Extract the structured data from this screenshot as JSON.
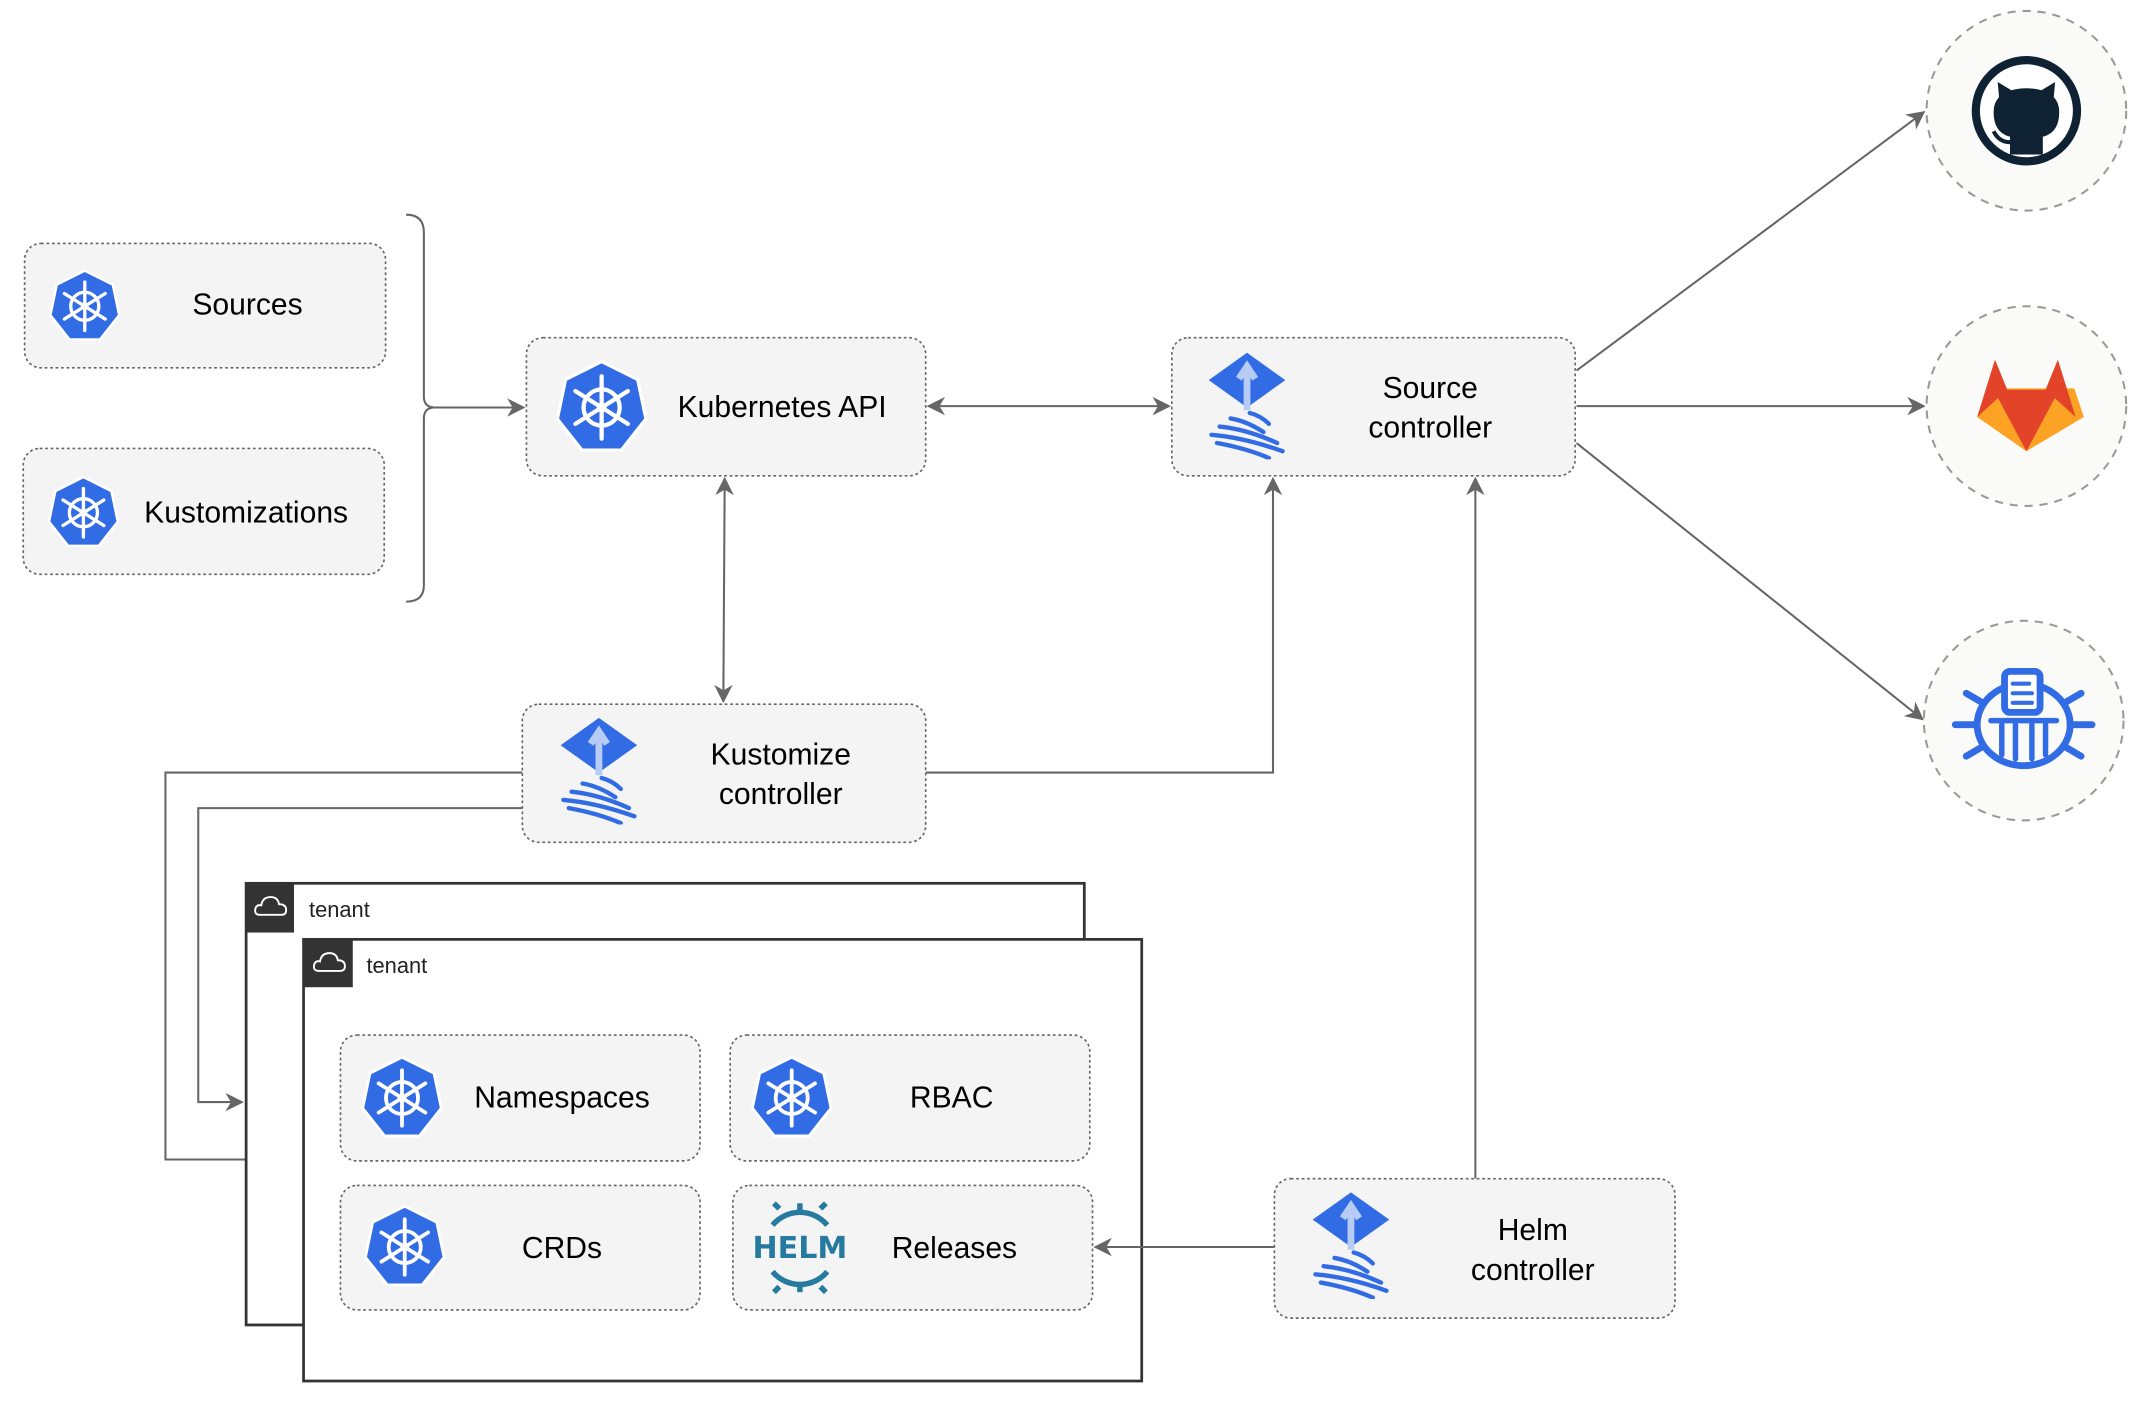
{
  "diagram": {
    "resources": {
      "sources": "Sources",
      "kustomizations": "Kustomizations"
    },
    "kubernetes_api": "Kubernetes API",
    "source_controller": {
      "line1": "Source",
      "line2": "controller"
    },
    "kustomize_controller": {
      "line1": "Kustomize",
      "line2": "controller"
    },
    "helm_controller": {
      "line1": "Helm",
      "line2": "controller"
    },
    "tenants": [
      {
        "label": "tenant"
      },
      {
        "label": "tenant",
        "items": [
          "Namespaces",
          "RBAC",
          "CRDs",
          "Releases"
        ]
      }
    ],
    "helm_logo_text": "HELM",
    "external_sources": [
      "github-icon",
      "gitlab-icon",
      "bucket-icon"
    ],
    "colors": {
      "kubernetes_blue": "#326ce5",
      "edge": "#666666",
      "tenant_header": "#333333",
      "github": "#0f2233",
      "gitlab_orange": "#e24329",
      "gitlab_light": "#fca326",
      "helm": "#277a9f"
    }
  }
}
